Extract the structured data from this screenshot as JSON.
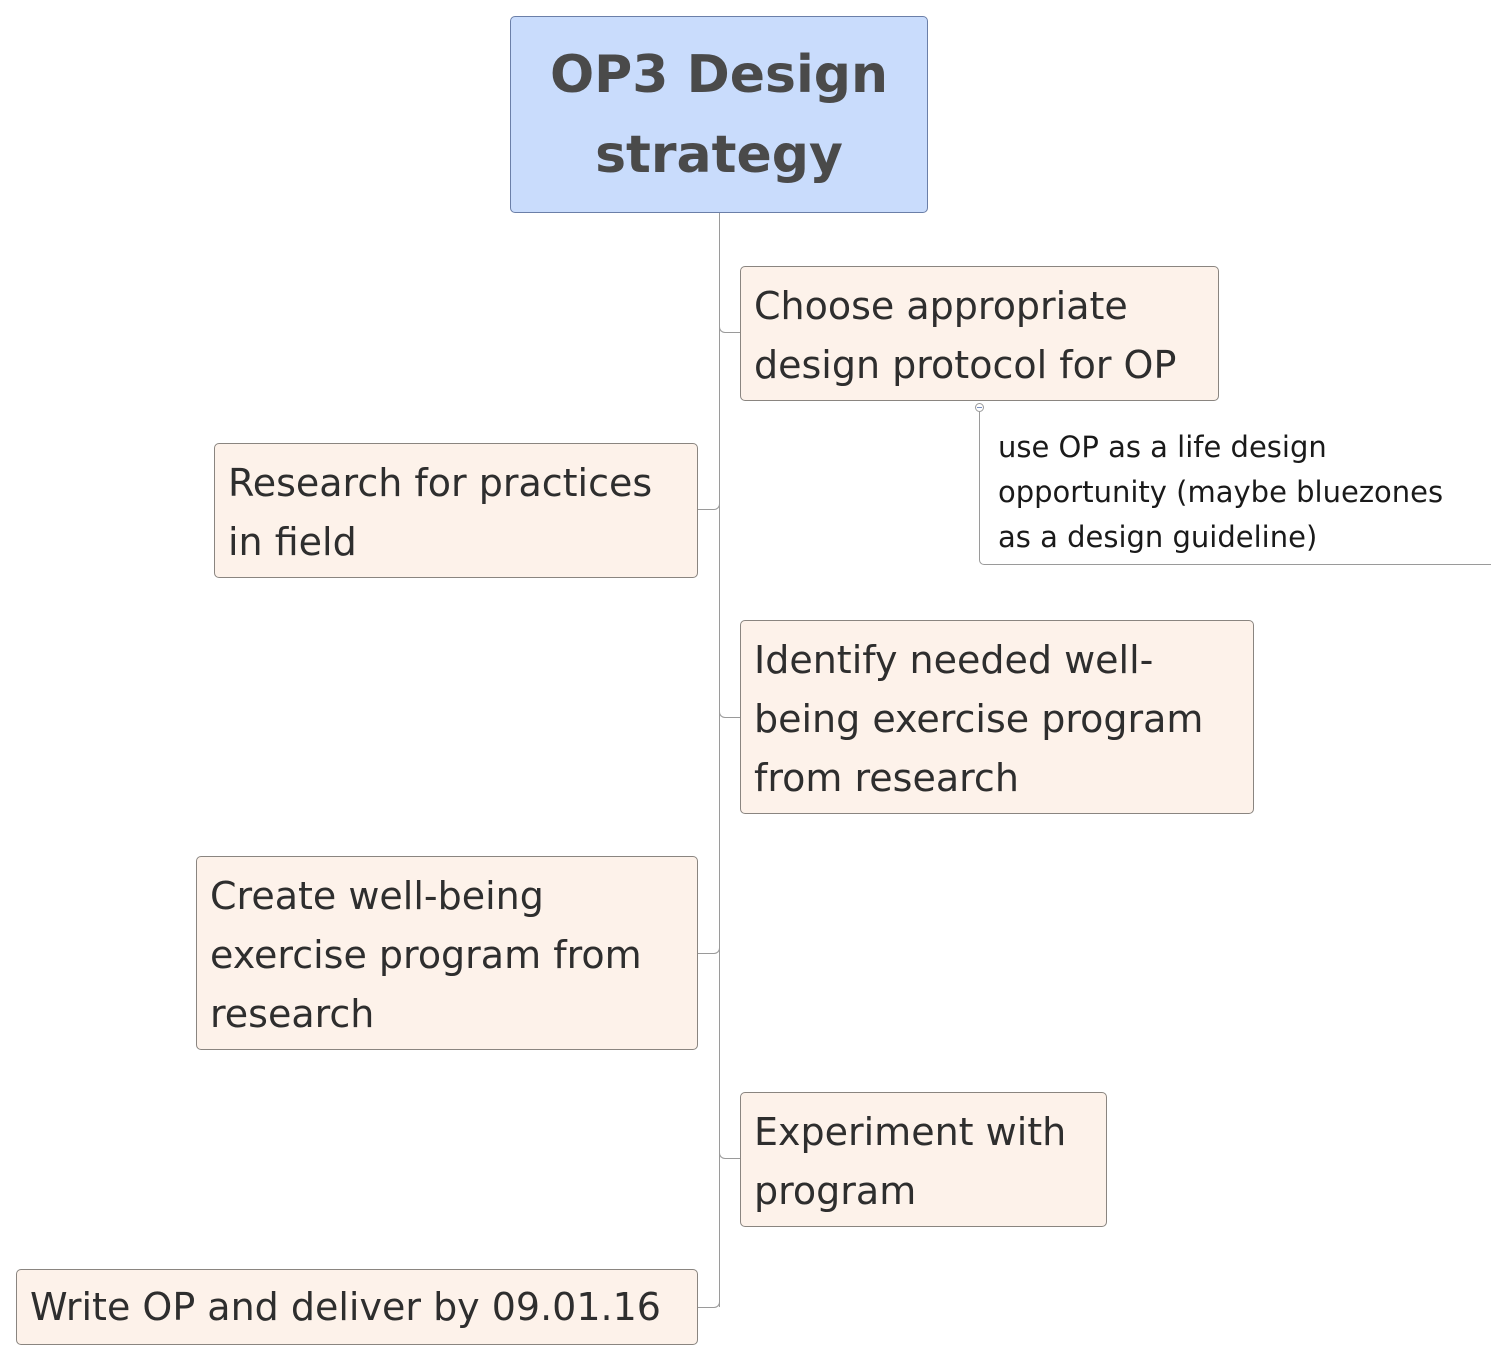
{
  "diagram": {
    "type": "mind-map",
    "root": {
      "label": "OP3 Design\nstrategy",
      "color": "#c9dcfc"
    },
    "topic_color": "#fdf2ea",
    "topics": [
      {
        "label": "Choose appropriate\ndesign protocol for OP",
        "side": "right",
        "subtopics": [
          {
            "label": "use OP as a life design\nopportunity (maybe bluezones\nas a design guideline)"
          }
        ],
        "collapse_toggle": "minus"
      },
      {
        "label": "Research for practices\nin field",
        "side": "left"
      },
      {
        "label": "Identify needed well-\nbeing exercise program\nfrom research",
        "side": "right"
      },
      {
        "label": "Create well-being\nexercise program from\nresearch",
        "side": "left"
      },
      {
        "label": "Experiment with\nprogram",
        "side": "right"
      },
      {
        "label": "Write OP and deliver by 09.01.16",
        "side": "left"
      }
    ]
  }
}
